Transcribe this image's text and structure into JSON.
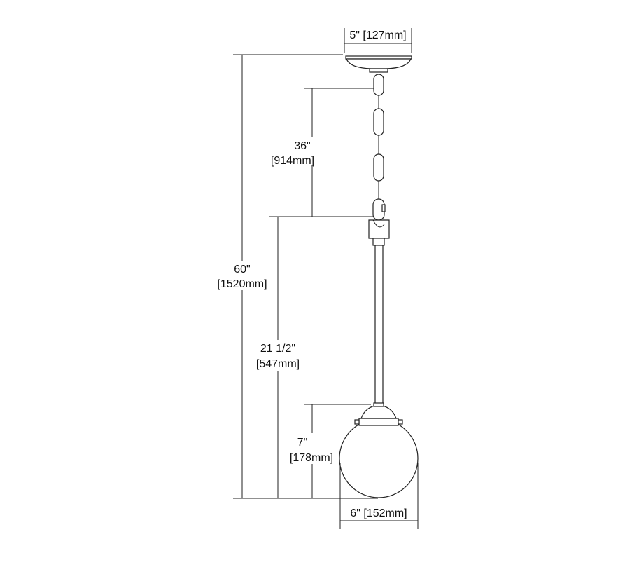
{
  "dimensions": {
    "canopy_width": {
      "imperial": "5\"",
      "metric": "[127mm]",
      "label": "5\" [127mm]"
    },
    "overall_height": {
      "imperial": "60\"",
      "metric": "[1520mm]"
    },
    "chain_length": {
      "imperial": "36\"",
      "metric": "[914mm]"
    },
    "fixture_height": {
      "imperial": "21 1/2\"",
      "metric": "[547mm]"
    },
    "shade_height": {
      "imperial": "7\"",
      "metric": "[178mm]"
    },
    "shade_width": {
      "imperial": "6\"",
      "metric": "[152mm]",
      "label": "6\" [152mm]"
    }
  }
}
